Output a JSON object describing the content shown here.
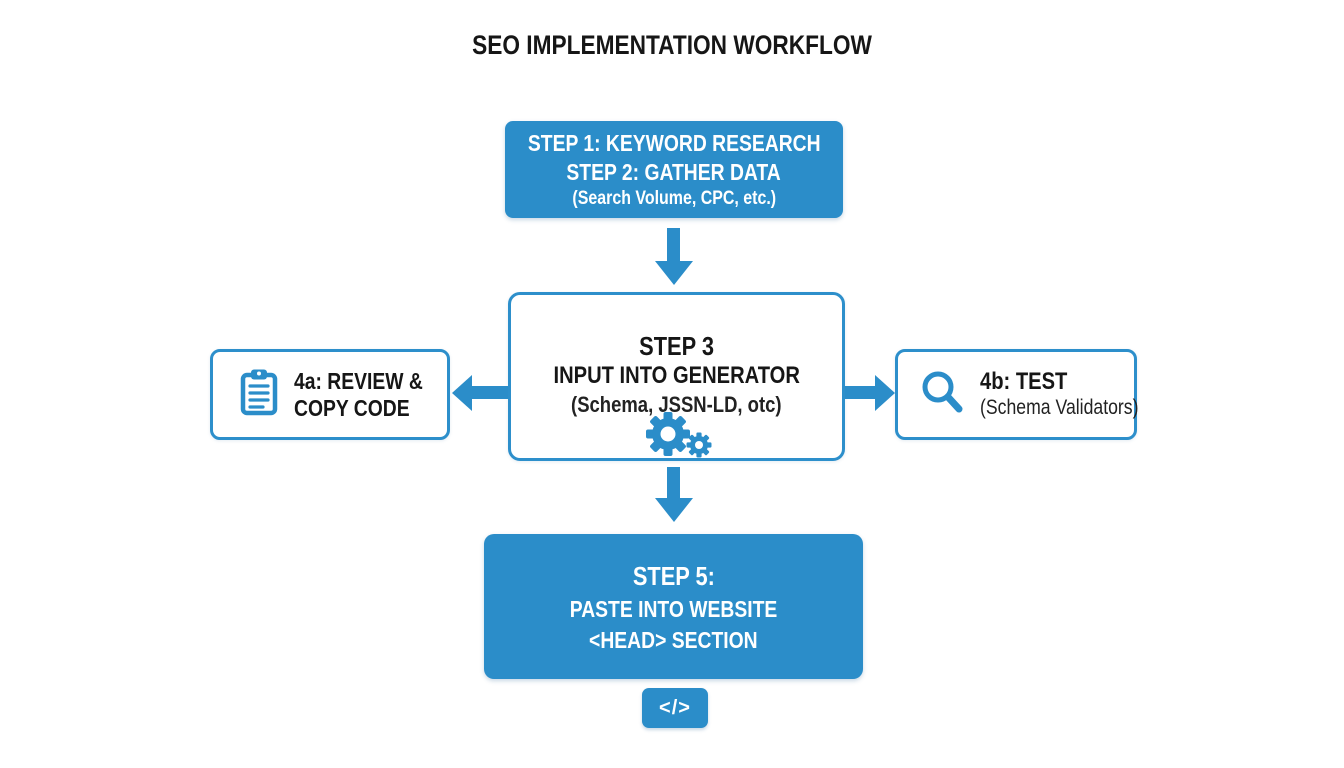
{
  "title": "SEO IMPLEMENTATION WORKFLOW",
  "colors": {
    "primary_blue": "#2b8dc9",
    "text_dark": "#1b1b1b",
    "box_text_white": "#ffffff"
  },
  "flow": {
    "step12": {
      "line1": "STEP 1: KEYWORD RESEARCH",
      "line2": "STEP 2: GATHER DATA",
      "line3": "(Search Volume, CPC, etc.)"
    },
    "step3": {
      "line1": "STEP 3",
      "line2": "INPUT INTO GENERATOR",
      "line3": "(Schema, JSSN-LD, otc)"
    },
    "step4a": {
      "line1": "4a: REVIEW &",
      "line2": "COPY CODE"
    },
    "step4b": {
      "line1": "4b: TEST",
      "line2": "(Schema Validators)"
    },
    "step5": {
      "line1": "STEP 5:",
      "line2": "PASTE INTO WEBSITE",
      "line3": "<HEAD> SECTION"
    },
    "code_chip_label": "</>"
  },
  "icons": {
    "step3_icon": "gears-icon",
    "step4a_icon": "clipboard-icon",
    "step4b_icon": "search-icon",
    "footer_icon": "code-icon"
  }
}
